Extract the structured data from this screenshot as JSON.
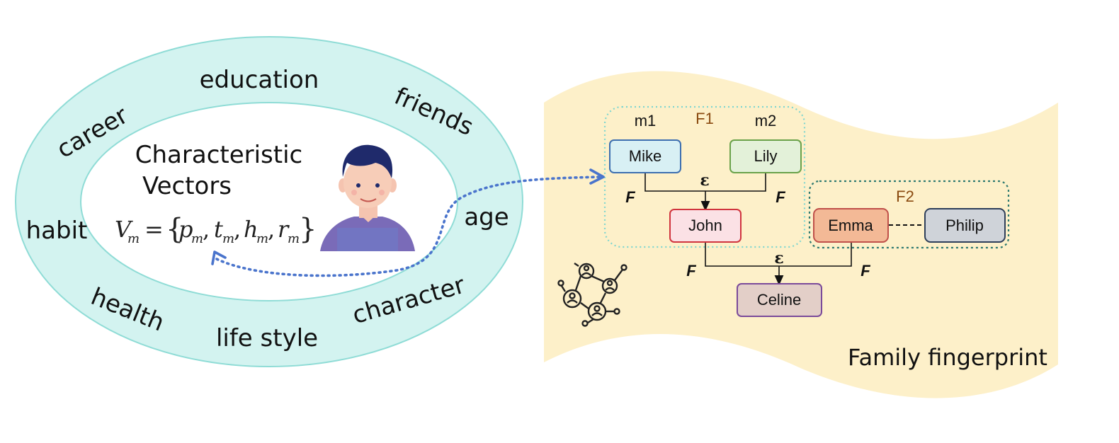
{
  "left": {
    "ring_labels": {
      "education": "education",
      "friends": "friends",
      "career": "career",
      "habit": "habit",
      "age": "age",
      "health": "health",
      "life_style": "life style",
      "character": "character"
    },
    "title_line1": "Characteristic",
    "title_line2": "Vectors",
    "formula": "V_m = { p_m , t_m , h_m , r_m }",
    "formula_parts": {
      "V": "V",
      "eq": "=",
      "lb": "{",
      "p": "p",
      "t": "t",
      "h": "h",
      "r": "r",
      "rb": "}",
      "sub": "m",
      "comma": ","
    }
  },
  "right": {
    "caption": "Family fingerprint",
    "f1_label": "F1",
    "f2_label": "F2",
    "m1_label": "m1",
    "m2_label": "m2",
    "epsilon": "ε",
    "f_letter": "F",
    "nodes": {
      "mike": "Mike",
      "lily": "Lily",
      "john": "John",
      "emma": "Emma",
      "philip": "Philip",
      "celine": "Celine"
    }
  },
  "colors": {
    "ring": "#d3f3f0",
    "ring_stroke": "#8fdcd6",
    "banner": "#fdf0c9",
    "dotted_arrow": "#4a74cc",
    "mike_fill": "#d8f0f4",
    "mike_stroke": "#3d6fb0",
    "lily_fill": "#e3f1d9",
    "lily_stroke": "#6aa24a",
    "john_fill": "#fbe1e5",
    "john_stroke": "#d0343e",
    "emma_fill": "#f3b996",
    "emma_stroke": "#c0504a",
    "philip_fill": "#cfd3d9",
    "philip_stroke": "#2d3e5a",
    "celine_fill": "#e3cfc8",
    "celine_stroke": "#7a4a9a"
  }
}
